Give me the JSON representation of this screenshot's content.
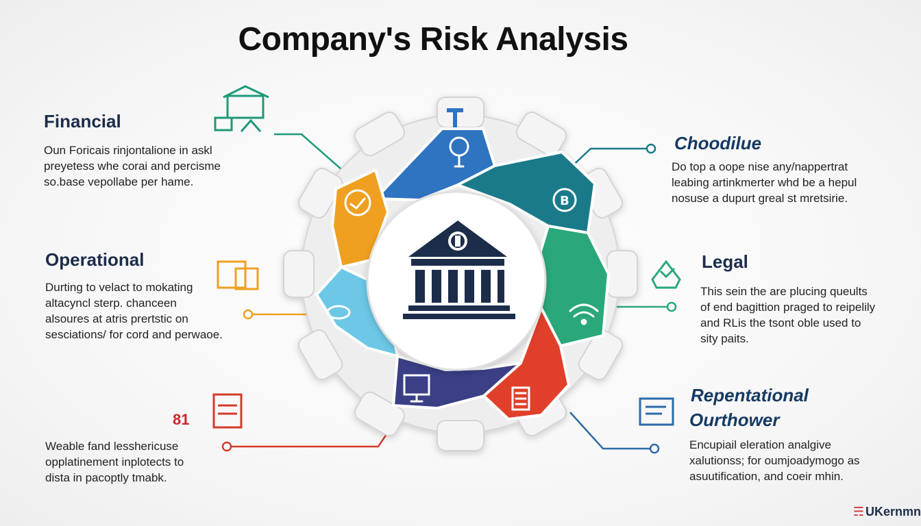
{
  "title": "Company's Risk Analysis",
  "sections": {
    "financial": {
      "heading": "Financial",
      "lines": [
        "Oun Foricais rinjontalione in askl",
        "preyetess whe corai and percisme",
        "so.base vepollabe per hame."
      ],
      "color": "#1b9a7a"
    },
    "operational": {
      "heading": "Operational",
      "lines": [
        "Durting to velact to mokating",
        "altacyncl sterp. chanceen",
        "alsoures at atris prertstic on",
        "sesciations/ for cord and perwaoe."
      ],
      "color": "#f0a020"
    },
    "bottom_left": {
      "stray": "81",
      "lines": [
        "Weable fand lesshericuse",
        "opplatinement inplotects to",
        "dista in pacoptly tmabk."
      ],
      "color": "#d33a2c"
    },
    "choodilue": {
      "heading": "Choodilue",
      "lines": [
        "Do top a oope nise any/nappertrat",
        "leabing artinkmerter whd be a hepul",
        "nosuse a dupurt greal st mretsirie."
      ],
      "color": "#1a7a8a"
    },
    "legal": {
      "heading": "Legal",
      "lines": [
        "This sein the are plucing queults",
        "of end bagittion praged to reipelily",
        "and RLis the tsont oble used to",
        "sity paits."
      ],
      "color": "#2aa87a"
    },
    "reputational": {
      "heading_line1": "Repentational",
      "heading_line2": "Ourthower",
      "lines": [
        "Encupiail eleration analgive",
        "xalutionss; for oumjoadymogo as",
        "asuutification, and coeir mhin."
      ],
      "color": "#2b6aa8"
    }
  },
  "brand": "UKernmn",
  "colors": {
    "navy": "#1c2d4a",
    "blue": "#2e74c0",
    "teal": "#1a7a8a",
    "green": "#2aa87a",
    "orange": "#f0a020",
    "sky": "#6cc8e6",
    "indigo": "#3a3f86",
    "red": "#e0402a"
  },
  "icons": {
    "center": "bank-building-icon",
    "blue_segment": "lightbulb-icon",
    "teal_segment": "currency-coin-icon",
    "green_segment": "wifi-signal-icon",
    "red_segment": "document-list-icon",
    "indigo_segment": "monitor-chart-icon",
    "sky_segment": "cloud-network-icon",
    "orange_segment": "handshake-icon"
  }
}
